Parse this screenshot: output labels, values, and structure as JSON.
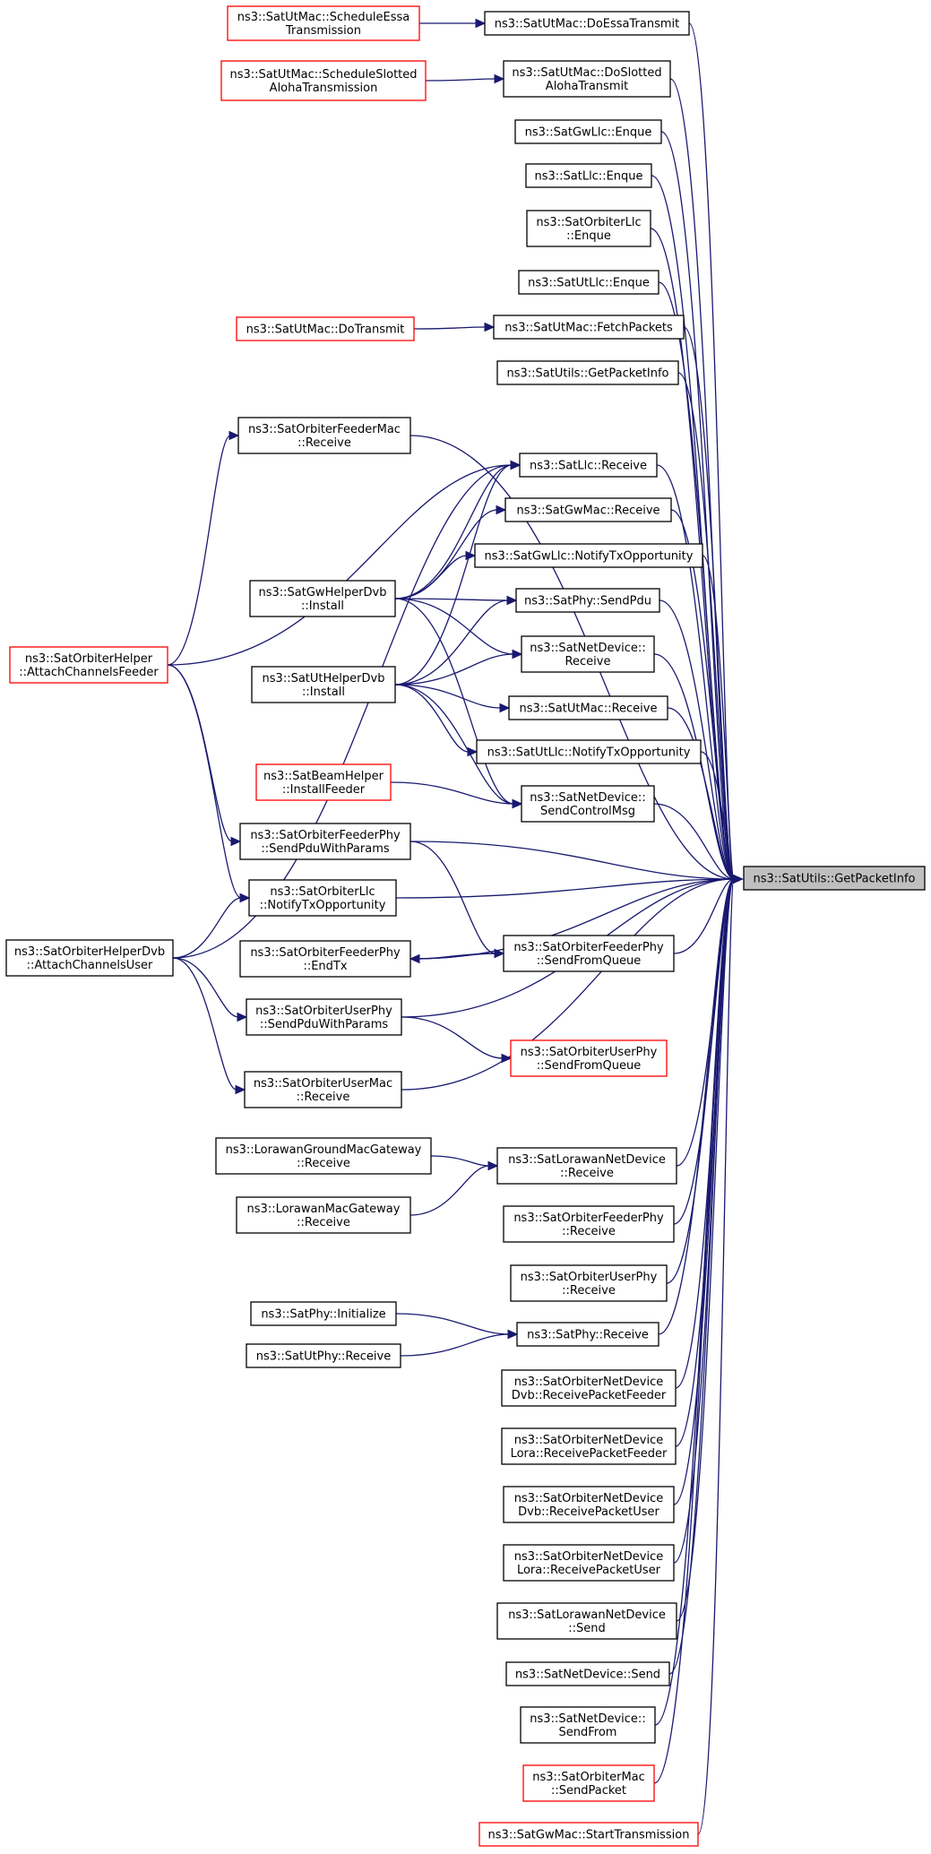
{
  "graph": {
    "target": "n_target",
    "colors": {
      "edge": "#191970",
      "black_border": "#000000",
      "red_border": "#ff0000",
      "target_fill": "#bfbfbf"
    },
    "nodes": [
      {
        "id": "n_target",
        "lines": [
          "ns3::SatUtils::GetPacketInfo"
        ],
        "border": "black"
      },
      {
        "id": "n_doessa",
        "lines": [
          "ns3::SatUtMac::DoEssaTransmit"
        ],
        "border": "black"
      },
      {
        "id": "n_schedessa",
        "lines": [
          "ns3::SatUtMac::ScheduleEssa",
          "Transmission"
        ],
        "border": "red"
      },
      {
        "id": "n_doslotted",
        "lines": [
          "ns3::SatUtMac::DoSlotted",
          "AlohaTransmit"
        ],
        "border": "black"
      },
      {
        "id": "n_schedslotted",
        "lines": [
          "ns3::SatUtMac::ScheduleSlotted",
          "AlohaTransmission"
        ],
        "border": "red"
      },
      {
        "id": "n_gwllc_enque",
        "lines": [
          "ns3::SatGwLlc::Enque"
        ],
        "border": "black"
      },
      {
        "id": "n_llc_enque",
        "lines": [
          "ns3::SatLlc::Enque"
        ],
        "border": "black"
      },
      {
        "id": "n_orbllc_enque",
        "lines": [
          "ns3::SatOrbiterLlc",
          "::Enque"
        ],
        "border": "black"
      },
      {
        "id": "n_utllc_enque",
        "lines": [
          "ns3::SatUtLlc::Enque"
        ],
        "border": "black"
      },
      {
        "id": "n_dotransmit",
        "lines": [
          "ns3::SatUtMac::DoTransmit"
        ],
        "border": "red"
      },
      {
        "id": "n_fetch",
        "lines": [
          "ns3::SatUtMac::FetchPackets"
        ],
        "border": "black"
      },
      {
        "id": "n_getpktinfo2",
        "lines": [
          "ns3::SatUtils::GetPacketInfo"
        ],
        "border": "black"
      },
      {
        "id": "n_orbfeedermac_rx",
        "lines": [
          "ns3::SatOrbiterFeederMac",
          "::Receive"
        ],
        "border": "black"
      },
      {
        "id": "n_llc_rx",
        "lines": [
          "ns3::SatLlc::Receive"
        ],
        "border": "black"
      },
      {
        "id": "n_gwmac_rx",
        "lines": [
          "ns3::SatGwMac::Receive"
        ],
        "border": "black"
      },
      {
        "id": "n_gwllc_notify",
        "lines": [
          "ns3::SatGwLlc::NotifyTxOpportunity"
        ],
        "border": "black"
      },
      {
        "id": "n_gwhelper",
        "lines": [
          "ns3::SatGwHelperDvb",
          "::Install"
        ],
        "border": "black"
      },
      {
        "id": "n_phy_sendpdu",
        "lines": [
          "ns3::SatPhy::SendPdu"
        ],
        "border": "black"
      },
      {
        "id": "n_orbhelper_feeder",
        "lines": [
          "ns3::SatOrbiterHelper",
          "::AttachChannelsFeeder"
        ],
        "border": "red"
      },
      {
        "id": "n_netdev_rx",
        "lines": [
          "ns3::SatNetDevice::",
          "Receive"
        ],
        "border": "black"
      },
      {
        "id": "n_uthelper",
        "lines": [
          "ns3::SatUtHelperDvb",
          "::Install"
        ],
        "border": "black"
      },
      {
        "id": "n_utmac_rx",
        "lines": [
          "ns3::SatUtMac::Receive"
        ],
        "border": "black"
      },
      {
        "id": "n_utllc_notify",
        "lines": [
          "ns3::SatUtLlc::NotifyTxOpportunity"
        ],
        "border": "black"
      },
      {
        "id": "n_beamhelper",
        "lines": [
          "ns3::SatBeamHelper",
          "::InstallFeeder"
        ],
        "border": "red"
      },
      {
        "id": "n_netdev_sendctrl",
        "lines": [
          "ns3::SatNetDevice::",
          "SendControlMsg"
        ],
        "border": "black"
      },
      {
        "id": "n_orbfeederphy_sendpdu",
        "lines": [
          "ns3::SatOrbiterFeederPhy",
          "::SendPduWithParams"
        ],
        "border": "black"
      },
      {
        "id": "n_orbllc_notify",
        "lines": [
          "ns3::SatOrbiterLlc",
          "::NotifyTxOpportunity"
        ],
        "border": "black"
      },
      {
        "id": "n_orbhelperdvb_user",
        "lines": [
          "ns3::SatOrbiterHelperDvb",
          "::AttachChannelsUser"
        ],
        "border": "black"
      },
      {
        "id": "n_orbfeederphy_endtx",
        "lines": [
          "ns3::SatOrbiterFeederPhy",
          "::EndTx"
        ],
        "border": "black"
      },
      {
        "id": "n_orbfeederphy_sendq",
        "lines": [
          "ns3::SatOrbiterFeederPhy",
          "::SendFromQueue"
        ],
        "border": "black"
      },
      {
        "id": "n_orbuserphy_sendpdu",
        "lines": [
          "ns3::SatOrbiterUserPhy",
          "::SendPduWithParams"
        ],
        "border": "black"
      },
      {
        "id": "n_orbuserphy_sendq",
        "lines": [
          "ns3::SatOrbiterUserPhy",
          "::SendFromQueue"
        ],
        "border": "red"
      },
      {
        "id": "n_orbusermac_rx",
        "lines": [
          "ns3::SatOrbiterUserMac",
          "::Receive"
        ],
        "border": "black"
      },
      {
        "id": "n_loragroundmacgw",
        "lines": [
          "ns3::LorawanGroundMacGateway",
          "::Receive"
        ],
        "border": "black"
      },
      {
        "id": "n_lorawannetdev_rx",
        "lines": [
          "ns3::SatLorawanNetDevice",
          "::Receive"
        ],
        "border": "black"
      },
      {
        "id": "n_loramacgw",
        "lines": [
          "ns3::LorawanMacGateway",
          "::Receive"
        ],
        "border": "black"
      },
      {
        "id": "n_orbfeederphy_rx",
        "lines": [
          "ns3::SatOrbiterFeederPhy",
          "::Receive"
        ],
        "border": "black"
      },
      {
        "id": "n_orbuserphy_rx",
        "lines": [
          "ns3::SatOrbiterUserPhy",
          "::Receive"
        ],
        "border": "black"
      },
      {
        "id": "n_phy_init",
        "lines": [
          "ns3::SatPhy::Initialize"
        ],
        "border": "black"
      },
      {
        "id": "n_phy_rx",
        "lines": [
          "ns3::SatPhy::Receive"
        ],
        "border": "black"
      },
      {
        "id": "n_utphy_rx",
        "lines": [
          "ns3::SatUtPhy::Receive"
        ],
        "border": "black"
      },
      {
        "id": "n_orbnd_dvb_feeder",
        "lines": [
          "ns3::SatOrbiterNetDevice",
          "Dvb::ReceivePacketFeeder"
        ],
        "border": "black"
      },
      {
        "id": "n_orbnd_lora_feeder",
        "lines": [
          "ns3::SatOrbiterNetDevice",
          "Lora::ReceivePacketFeeder"
        ],
        "border": "black"
      },
      {
        "id": "n_orbnd_dvb_user",
        "lines": [
          "ns3::SatOrbiterNetDevice",
          "Dvb::ReceivePacketUser"
        ],
        "border": "black"
      },
      {
        "id": "n_orbnd_lora_user",
        "lines": [
          "ns3::SatOrbiterNetDevice",
          "Lora::ReceivePacketUser"
        ],
        "border": "black"
      },
      {
        "id": "n_lorawannetdev_send",
        "lines": [
          "ns3::SatLorawanNetDevice",
          "::Send"
        ],
        "border": "black"
      },
      {
        "id": "n_netdev_send",
        "lines": [
          "ns3::SatNetDevice::Send"
        ],
        "border": "black"
      },
      {
        "id": "n_netdev_sendfrom",
        "lines": [
          "ns3::SatNetDevice::",
          "SendFrom"
        ],
        "border": "black"
      },
      {
        "id": "n_orbmac_sendpkt",
        "lines": [
          "ns3::SatOrbiterMac",
          "::SendPacket"
        ],
        "border": "red"
      },
      {
        "id": "n_gwmac_starttx",
        "lines": [
          "ns3::SatGwMac::StartTransmission"
        ],
        "border": "red"
      }
    ],
    "edges": [
      [
        "n_doessa",
        "n_target"
      ],
      [
        "n_doslotted",
        "n_target"
      ],
      [
        "n_gwllc_enque",
        "n_target"
      ],
      [
        "n_llc_enque",
        "n_target"
      ],
      [
        "n_orbllc_enque",
        "n_target"
      ],
      [
        "n_utllc_enque",
        "n_target"
      ],
      [
        "n_fetch",
        "n_target"
      ],
      [
        "n_getpktinfo2",
        "n_target"
      ],
      [
        "n_orbfeedermac_rx",
        "n_target"
      ],
      [
        "n_llc_rx",
        "n_target"
      ],
      [
        "n_gwmac_rx",
        "n_target"
      ],
      [
        "n_gwllc_notify",
        "n_target"
      ],
      [
        "n_phy_sendpdu",
        "n_target"
      ],
      [
        "n_netdev_rx",
        "n_target"
      ],
      [
        "n_utmac_rx",
        "n_target"
      ],
      [
        "n_utllc_notify",
        "n_target"
      ],
      [
        "n_netdev_sendctrl",
        "n_target"
      ],
      [
        "n_orbfeederphy_sendpdu",
        "n_target"
      ],
      [
        "n_orbllc_notify",
        "n_target"
      ],
      [
        "n_orbfeederphy_sendq",
        "n_target"
      ],
      [
        "n_orbfeederphy_endtx",
        "n_target"
      ],
      [
        "n_orbuserphy_sendpdu",
        "n_target"
      ],
      [
        "n_orbusermac_rx",
        "n_target"
      ],
      [
        "n_lorawannetdev_rx",
        "n_target"
      ],
      [
        "n_orbfeederphy_rx",
        "n_target"
      ],
      [
        "n_orbuserphy_rx",
        "n_target"
      ],
      [
        "n_phy_rx",
        "n_target"
      ],
      [
        "n_orbnd_dvb_feeder",
        "n_target"
      ],
      [
        "n_orbnd_lora_feeder",
        "n_target"
      ],
      [
        "n_orbnd_dvb_user",
        "n_target"
      ],
      [
        "n_orbnd_lora_user",
        "n_target"
      ],
      [
        "n_lorawannetdev_send",
        "n_target"
      ],
      [
        "n_netdev_send",
        "n_target"
      ],
      [
        "n_netdev_sendfrom",
        "n_target"
      ],
      [
        "n_orbmac_sendpkt",
        "n_target"
      ],
      [
        "n_gwmac_starttx",
        "n_target"
      ],
      [
        "n_schedessa",
        "n_doessa"
      ],
      [
        "n_schedslotted",
        "n_doslotted"
      ],
      [
        "n_dotransmit",
        "n_fetch"
      ],
      [
        "n_orbhelper_feeder",
        "n_orbfeedermac_rx"
      ],
      [
        "n_orbhelper_feeder",
        "n_llc_rx"
      ],
      [
        "n_orbhelper_feeder",
        "n_orbfeederphy_sendpdu"
      ],
      [
        "n_orbhelper_feeder",
        "n_orbllc_notify"
      ],
      [
        "n_gwhelper",
        "n_llc_rx"
      ],
      [
        "n_gwhelper",
        "n_gwmac_rx"
      ],
      [
        "n_gwhelper",
        "n_gwllc_notify"
      ],
      [
        "n_gwhelper",
        "n_phy_sendpdu"
      ],
      [
        "n_gwhelper",
        "n_netdev_rx"
      ],
      [
        "n_gwhelper",
        "n_netdev_sendctrl"
      ],
      [
        "n_uthelper",
        "n_llc_rx"
      ],
      [
        "n_uthelper",
        "n_phy_sendpdu"
      ],
      [
        "n_uthelper",
        "n_netdev_rx"
      ],
      [
        "n_uthelper",
        "n_utmac_rx"
      ],
      [
        "n_uthelper",
        "n_utllc_notify"
      ],
      [
        "n_uthelper",
        "n_netdev_sendctrl"
      ],
      [
        "n_beamhelper",
        "n_netdev_sendctrl"
      ],
      [
        "n_orbhelperdvb_user",
        "n_llc_rx"
      ],
      [
        "n_orbhelperdvb_user",
        "n_orbllc_notify"
      ],
      [
        "n_orbhelperdvb_user",
        "n_orbuserphy_sendpdu"
      ],
      [
        "n_orbhelperdvb_user",
        "n_orbusermac_rx"
      ],
      [
        "n_orbfeederphy_sendpdu",
        "n_orbfeederphy_sendq"
      ],
      [
        "n_orbfeederphy_endtx",
        "n_orbfeederphy_sendq"
      ],
      [
        "n_orbfeederphy_sendq",
        "n_orbfeederphy_endtx"
      ],
      [
        "n_orbuserphy_sendpdu",
        "n_orbuserphy_sendq"
      ],
      [
        "n_loragroundmacgw",
        "n_lorawannetdev_rx"
      ],
      [
        "n_loramacgw",
        "n_lorawannetdev_rx"
      ],
      [
        "n_phy_init",
        "n_phy_rx"
      ],
      [
        "n_utphy_rx",
        "n_phy_rx"
      ]
    ]
  }
}
